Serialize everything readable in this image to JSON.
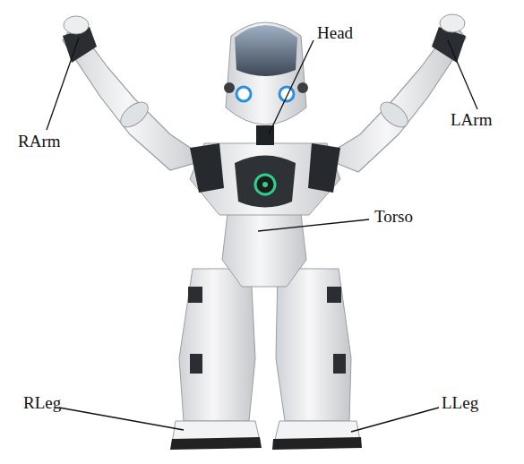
{
  "diagram": {
    "labels": [
      "Head",
      "RArm",
      "LArm",
      "Torso",
      "RLeg",
      "LLeg"
    ]
  }
}
